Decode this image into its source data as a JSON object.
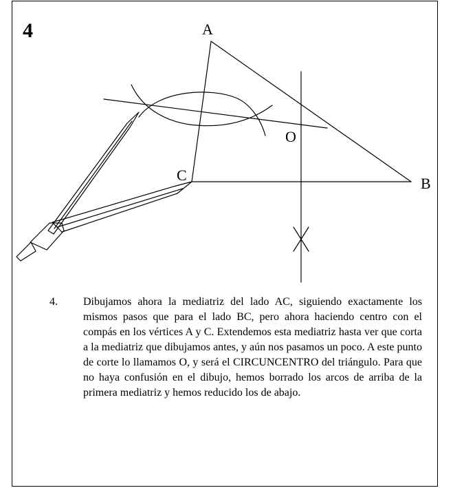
{
  "step": {
    "number": "4"
  },
  "diagram": {
    "vertex_labels": {
      "a": "A",
      "b": "B",
      "c": "C",
      "o": "O"
    }
  },
  "instruction": {
    "number": "4.",
    "text": "Dibujamos ahora la mediatriz del lado AC, siguiendo exactamente los mismos pasos que para el lado BC, pero ahora haciendo centro con el compás en los vértices A y C. Extendemos esta mediatriz hasta ver que corta a la mediatriz que dibujamos antes, y aún nos pasamos un poco. A este punto de corte lo llamamos O, y será el CIRCUNCENTRO del triángulo. Para que no haya confusión en el dibujo, hemos borrado los arcos de arriba de la primera mediatriz y hemos reducido los de abajo."
  }
}
